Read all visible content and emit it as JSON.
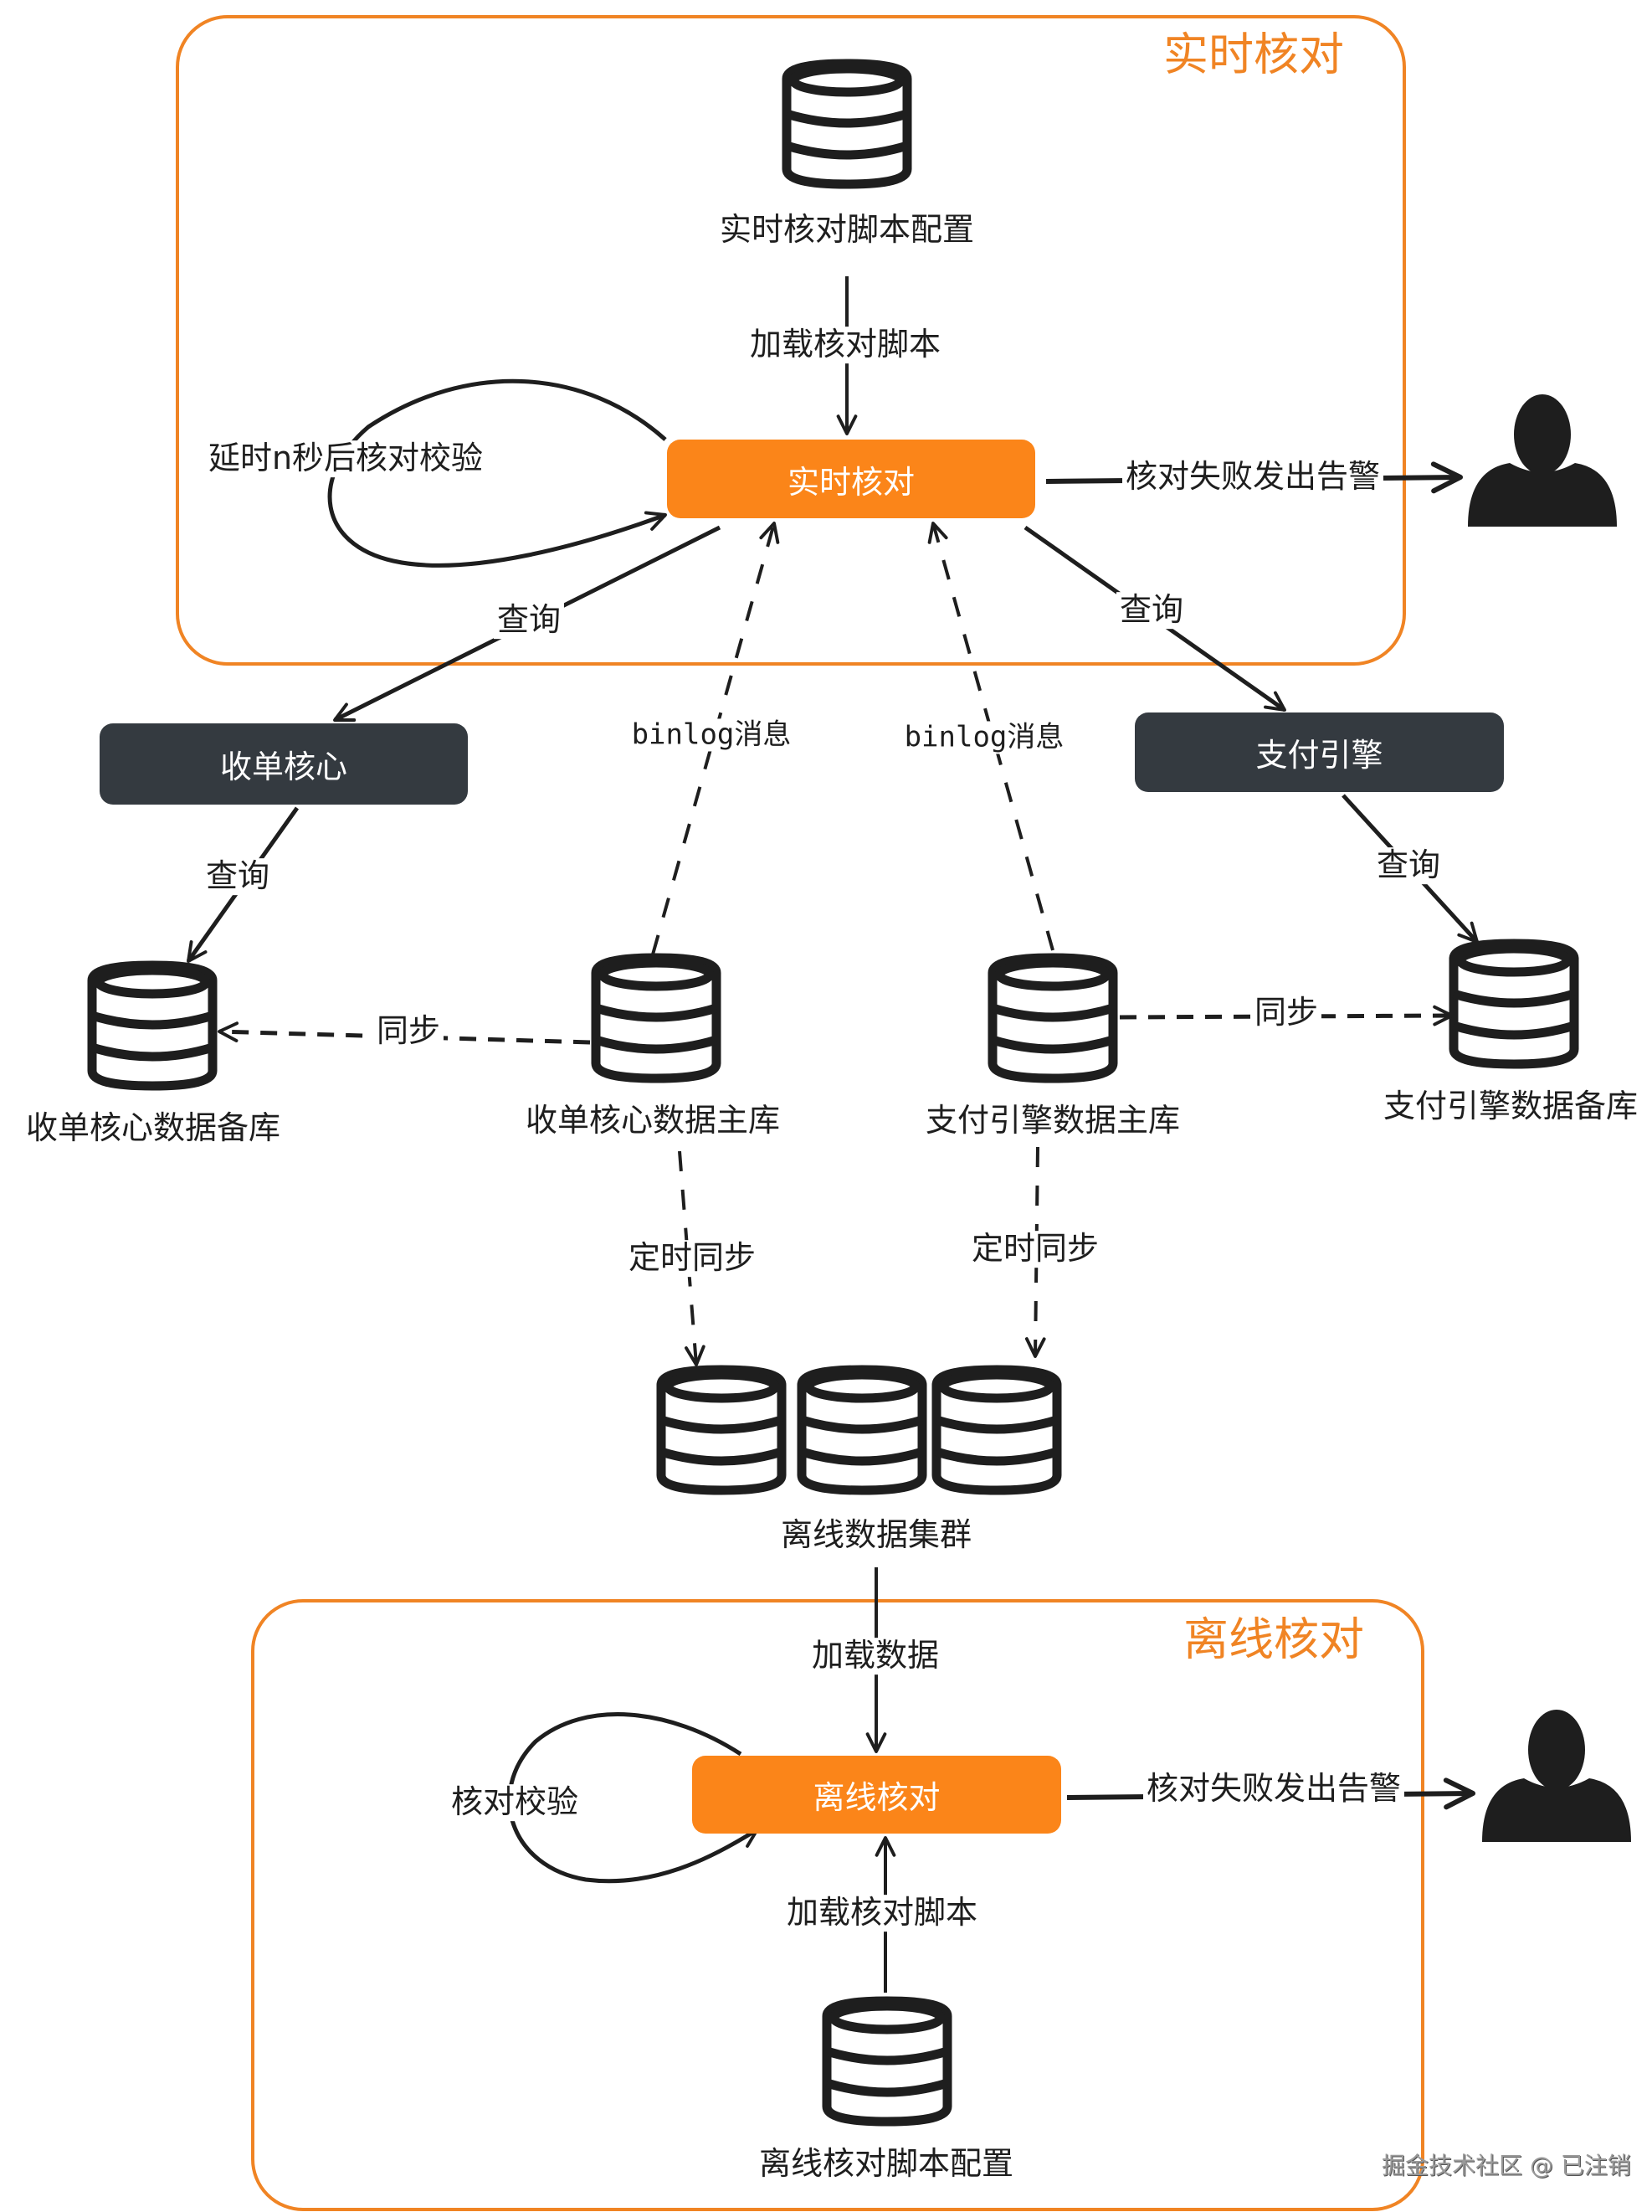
{
  "realtime_section": {
    "title": "实时核对",
    "script_db_label": "实时核对脚本配置",
    "load_script_label": "加载核对脚本",
    "core_node": "实时核对",
    "loop_label": "延时n秒后核对校验",
    "alert_label": "核对失败发出告警",
    "query_left_label": "查询",
    "query_right_label": "查询"
  },
  "services": {
    "order_core": "收单核心",
    "payment_engine": "支付引擎",
    "order_query_label": "查询",
    "payment_query_label": "查询"
  },
  "binlog": {
    "left_label": "binlog消息",
    "right_label": "binlog消息"
  },
  "databases": {
    "order_backup": "收单核心数据备库",
    "order_main": "收单核心数据主库",
    "payment_main": "支付引擎数据主库",
    "payment_backup": "支付引擎数据备库",
    "order_sync_label": "同步",
    "payment_sync_label": "同步",
    "order_scheduled_sync_label": "定时同步",
    "payment_scheduled_sync_label": "定时同步",
    "offline_cluster": "离线数据集群"
  },
  "offline_section": {
    "title": "离线核对",
    "load_data_label": "加载数据",
    "core_node": "离线核对",
    "loop_label": "核对校验",
    "alert_label": "核对失败发出告警",
    "load_script_label": "加载核对脚本",
    "script_db_label": "离线核对脚本配置"
  },
  "watermark": "掘金技术社区 @ 已注销",
  "colors": {
    "frame": "#f08424",
    "core_node": "#fb8519",
    "service_node": "#343a40",
    "ink": "#1e1e1e"
  }
}
